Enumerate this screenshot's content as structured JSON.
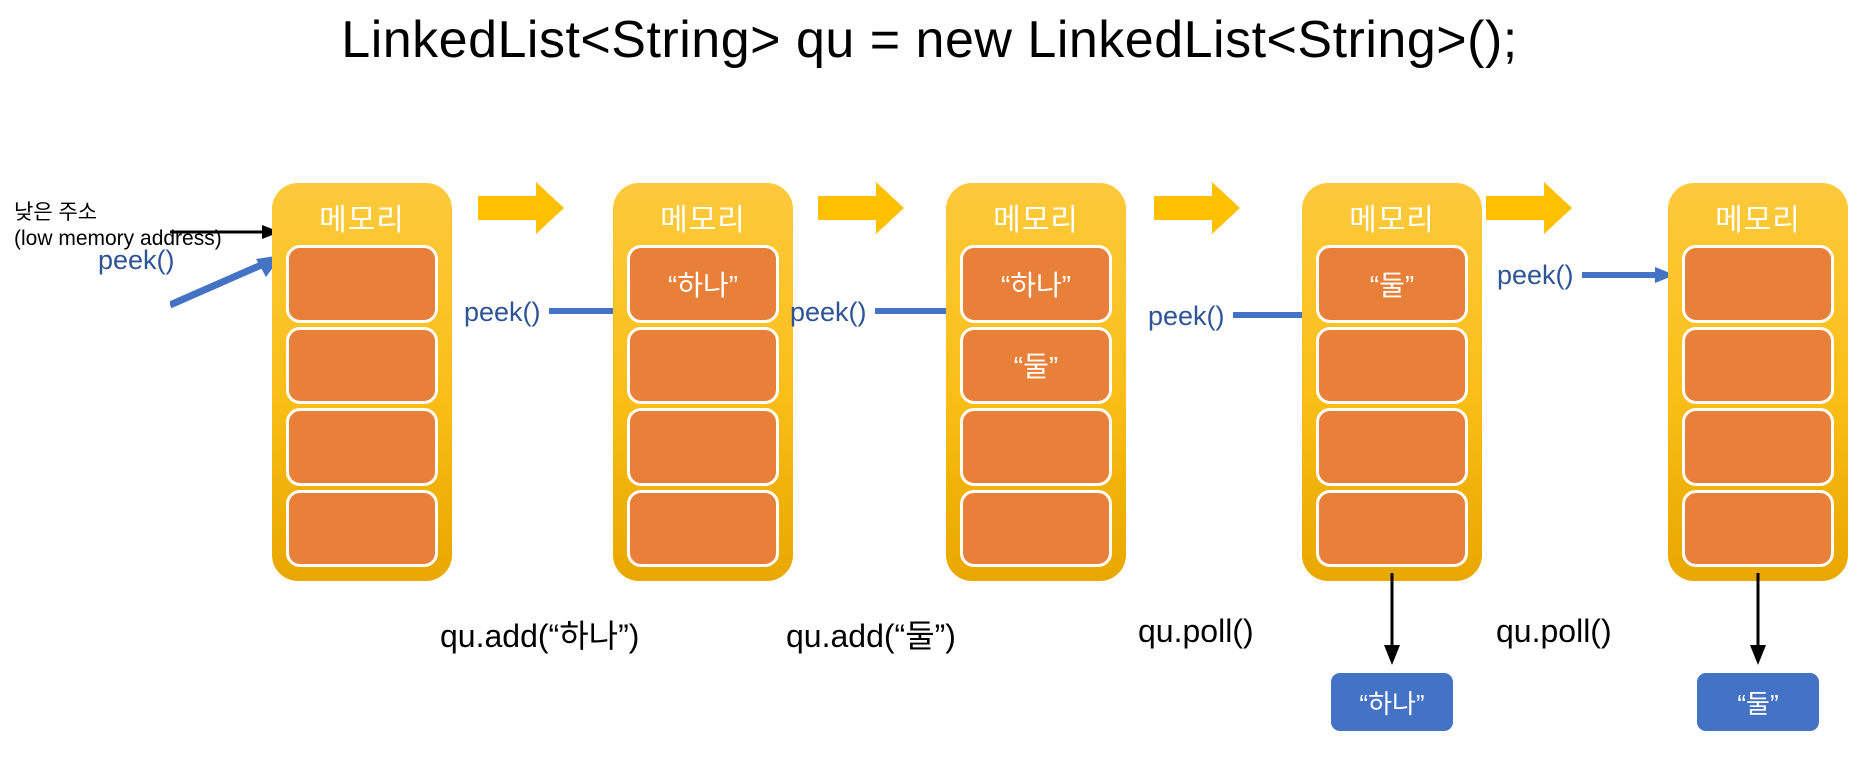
{
  "title": "LinkedList<String> qu = new LinkedList<String>();",
  "address_label": {
    "korean": "낮은 주소",
    "english": "(low memory address)"
  },
  "colors": {
    "memory_block_top": "#FDC93C",
    "memory_block_bottom": "#E8A800",
    "cell": "#E8803A",
    "cell_border": "#FFFFFF",
    "flow_arrow": "#FFC000",
    "peek_text": "#2E5496",
    "peek_arrow": "#4472C4",
    "result_box": "#4472C4",
    "poll_arrow": "#000000"
  },
  "memory_blocks": [
    {
      "label": "메모리",
      "cells": [
        "",
        "",
        "",
        ""
      ]
    },
    {
      "label": "메모리",
      "cells": [
        "“하나”",
        "",
        "",
        ""
      ]
    },
    {
      "label": "메모리",
      "cells": [
        "“하나”",
        "“둘”",
        "",
        ""
      ]
    },
    {
      "label": "메모리",
      "cells": [
        "“둘”",
        "",
        "",
        ""
      ]
    },
    {
      "label": "메모리",
      "cells": [
        "",
        "",
        "",
        ""
      ]
    }
  ],
  "peek_labels": [
    "peek()",
    "peek()",
    "peek()",
    "peek()",
    "peek()"
  ],
  "operations": [
    "qu.add(“하나”)",
    "qu.add(“둘”)",
    "qu.poll()",
    "qu.poll()"
  ],
  "results": [
    "“하나”",
    "“둘”"
  ]
}
